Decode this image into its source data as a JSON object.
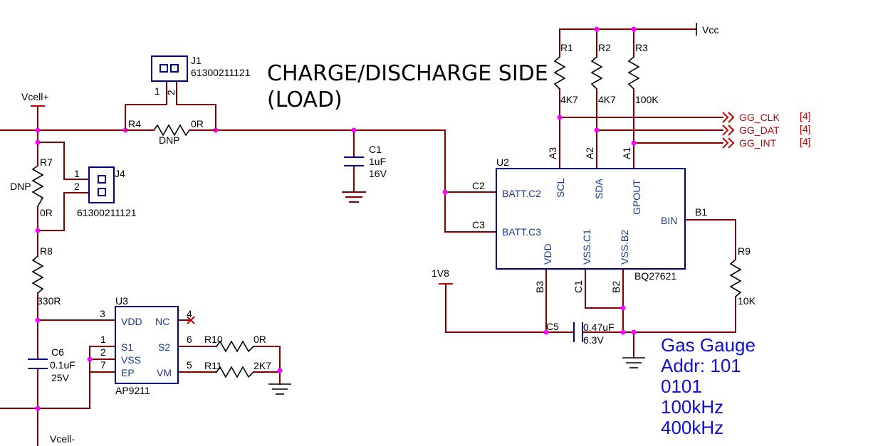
{
  "heading": {
    "line1": "CHARGE/DISCHARGE SIDE",
    "line2": "(LOAD)"
  },
  "nets": {
    "vcell_pos": "Vcell+",
    "vcell_neg": "Vcell-",
    "vcc": "Vcc",
    "v1v8": "1V8"
  },
  "off_page": [
    {
      "name": "GG_CLK",
      "sheet": "[4]"
    },
    {
      "name": "GG_DAT",
      "sheet": "[4]"
    },
    {
      "name": "GG_INT",
      "sheet": "[4]"
    }
  ],
  "resistors": {
    "r1": {
      "ref": "R1",
      "value": "4K7"
    },
    "r2": {
      "ref": "R2",
      "value": "4K7"
    },
    "r3": {
      "ref": "R3",
      "value": "100K"
    },
    "r4": {
      "ref": "R4",
      "value": "0R",
      "note": "DNP"
    },
    "r7": {
      "ref": "R7",
      "value": "0R",
      "note": "DNP"
    },
    "r8": {
      "ref": "R8",
      "value": "330R"
    },
    "r9": {
      "ref": "R9",
      "value": "10K"
    },
    "r10": {
      "ref": "R10",
      "value": "0R"
    },
    "r11": {
      "ref": "R11",
      "value": "2K7"
    }
  },
  "capacitors": {
    "c1": {
      "ref": "C1",
      "value": "1uF",
      "voltage": "16V"
    },
    "c5": {
      "ref": "C5",
      "value": "0.47uF",
      "voltage": "6.3V"
    },
    "c6": {
      "ref": "C6",
      "value": "0.1uF",
      "voltage": "25V"
    }
  },
  "connectors": {
    "j1": {
      "ref": "J1",
      "part": "61300211121",
      "pin1": "1",
      "pin2": "2"
    },
    "j4": {
      "ref": "J4",
      "part": "61300211121",
      "pin1": "1",
      "pin2": "2"
    }
  },
  "u2": {
    "ref": "U2",
    "part": "BQ27621",
    "pins": {
      "scl": "SCL",
      "sda": "SDA",
      "gpout": "GPOUT",
      "batt_c2": "BATT.C2",
      "batt_c3": "BATT.C3",
      "vdd": "VDD",
      "vss_c1": "VSS.C1",
      "vss_b2": "VSS.B2",
      "bin": "BIN"
    },
    "ball": {
      "a3": "A3",
      "a2": "A2",
      "a1": "A1",
      "c2": "C2",
      "c3": "C3",
      "b3": "B3",
      "c1": "C1",
      "b2": "B2",
      "b1": "B1"
    }
  },
  "u3": {
    "ref": "U3",
    "part": "AP9211",
    "pins": {
      "vdd": "VDD",
      "nc": "NC",
      "s1": "S1",
      "vss": "VSS",
      "ep": "EP",
      "s2": "S2",
      "vm": "VM"
    },
    "num": {
      "p3": "3",
      "p4": "4",
      "p1": "1",
      "p2": "2",
      "p7": "7",
      "p6": "6",
      "p5": "5"
    }
  },
  "gauge_note": [
    "Gas Gauge",
    "Addr: 101",
    "0101",
    "100kHz",
    "400kHz"
  ]
}
